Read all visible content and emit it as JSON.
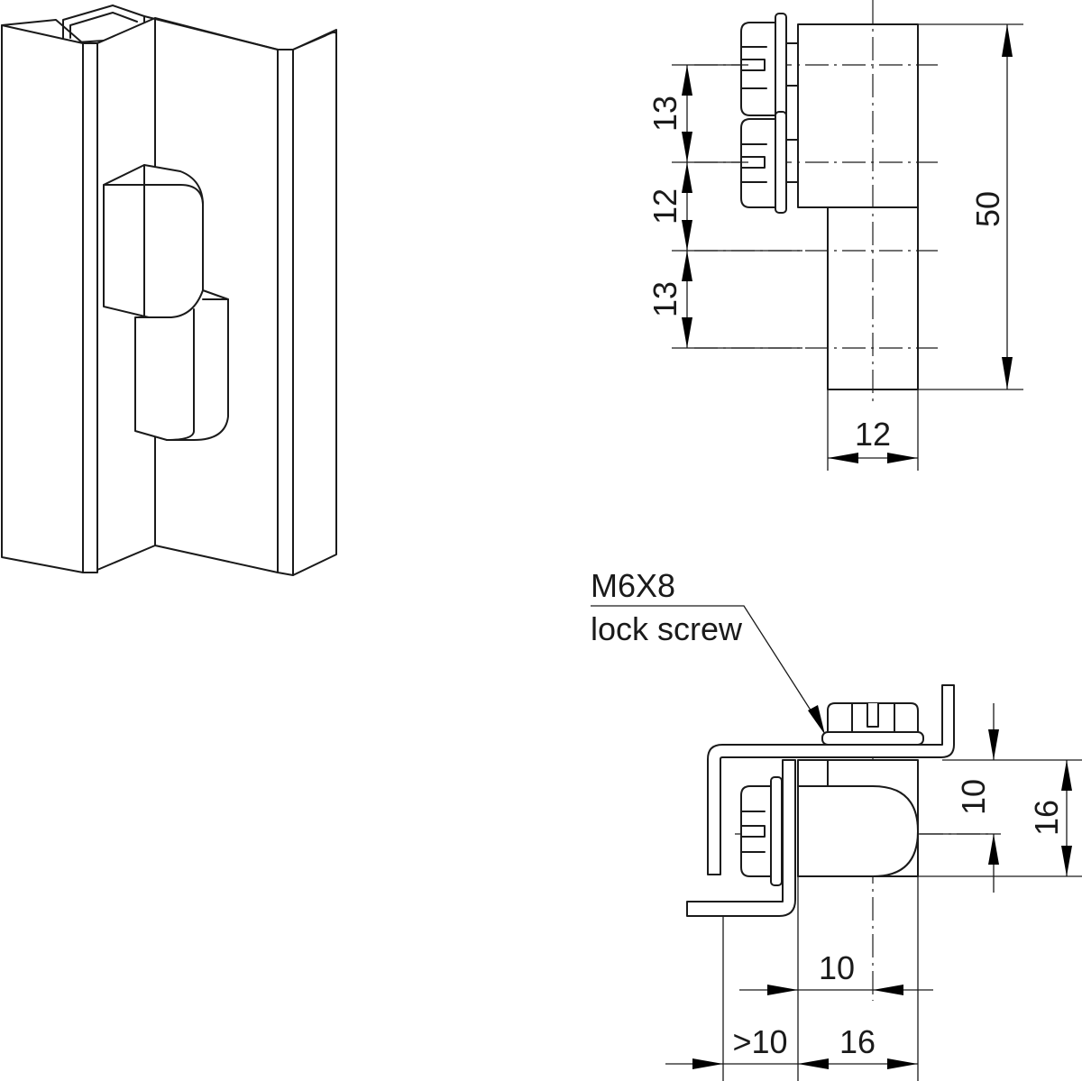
{
  "top_view": {
    "pitch_upper": "13",
    "pitch_middle": "12",
    "pitch_lower": "13",
    "total_height": "50",
    "width": "12"
  },
  "callout": {
    "line1": "M6X8",
    "line2": "lock screw"
  },
  "section_view": {
    "height_10": "10",
    "height_16": "16",
    "width_10": "10",
    "clearance": ">10",
    "width_16": "16"
  }
}
